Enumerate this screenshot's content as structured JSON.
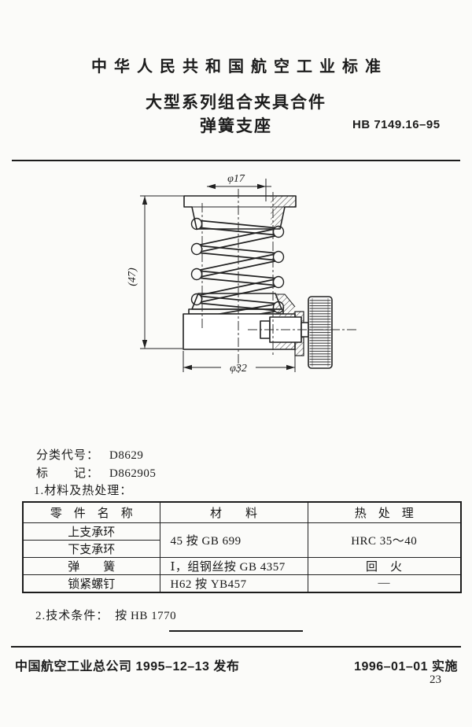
{
  "header": {
    "title": "中华人民共和国航空工业标准",
    "subtitle1": "大型系列组合夹具合件",
    "subtitle2": "弹簧支座",
    "standard_no": "HB 7149.16–95"
  },
  "drawing": {
    "dim_diameter_top": "φ17",
    "dim_height": "(47)",
    "dim_diameter_bottom": "φ32"
  },
  "meta": {
    "class_label": "分类代号：",
    "class_value": "D8629",
    "mark_label": "标　　记：",
    "mark_value": "D862905",
    "section1_title": "1.材料及热处理：",
    "section2_title": "2.技术条件：",
    "section2_value": "按 HB 1770"
  },
  "materials_table": {
    "headers": {
      "part": "零　件　名　称",
      "material": "材　　料",
      "heat": "热　处　理"
    },
    "rows": [
      {
        "part": "上支承环",
        "material": "45 按 GB 699",
        "heat": "HRC 35～40"
      },
      {
        "part": "下支承环"
      },
      {
        "part": "弹　　簧",
        "material": "Ⅰ，组钢丝按 GB 4357",
        "heat": "回　火"
      },
      {
        "part": "锁紧螺钉",
        "material": "H62 按 YB457",
        "heat": "—"
      }
    ]
  },
  "footer": {
    "issuer_line": "中国航空工业总公司 1995–12–13 发布",
    "implement_line": "1996–01–01 实施",
    "page_number": "23"
  }
}
